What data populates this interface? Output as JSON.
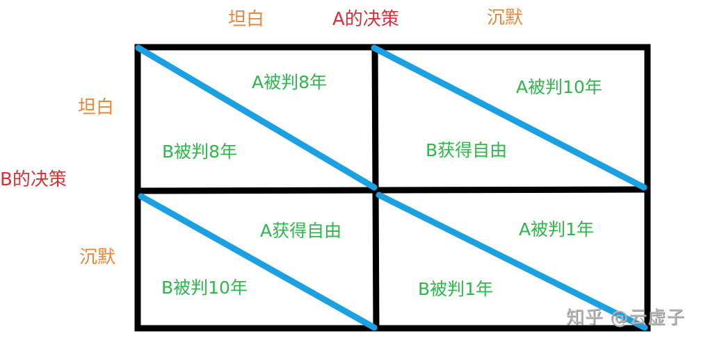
{
  "header": {
    "a_decision_label": "A的决策",
    "a_option_confess": "坦白",
    "a_option_silent": "沉默"
  },
  "side": {
    "b_decision_label": "B的决策",
    "b_option_confess": "坦白",
    "b_option_silent": "沉默"
  },
  "matrix": {
    "confess_confess": {
      "a_outcome": "A被判8年",
      "b_outcome": "B被判8年"
    },
    "silent_confess": {
      "a_outcome": "A被判10年",
      "b_outcome": "B获得自由"
    },
    "confess_silent": {
      "a_outcome": "A获得自由",
      "b_outcome": "B被判10年"
    },
    "silent_silent": {
      "a_outcome": "A被判1年",
      "b_outcome": "B被判1年"
    }
  },
  "watermark": "知乎 @云虚子",
  "colors": {
    "option_label": "#e8873a",
    "decision_label": "#d6303a",
    "outcome_text": "#2db74a",
    "diagonal_line": "#1ba1e2",
    "grid_border": "#000000"
  }
}
